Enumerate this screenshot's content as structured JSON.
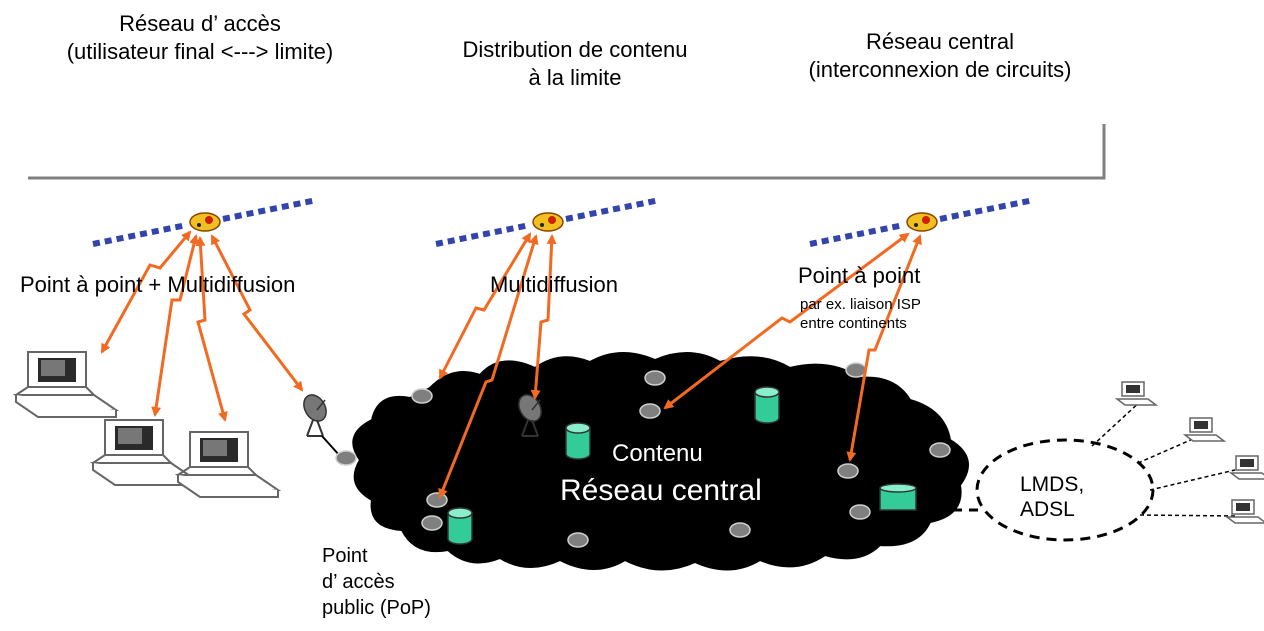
{
  "header": {
    "access": [
      "Réseau d’ accès",
      "(utilisateur final <---> limite)"
    ],
    "edge": [
      "Distribution de contenu",
      "à la limite"
    ],
    "core": [
      "Réseau central",
      "(interconnexion de circuits)"
    ]
  },
  "labels": {
    "p2p_multicast": "Point à point + Multidiffusion",
    "multicast": "Multidiffusion",
    "p2p": "Point à point",
    "p2p_example_1": "par ex. liaison ISP",
    "p2p_example_2": "entre continents",
    "pop": [
      "Point",
      "d’ accès",
      "public (PoP)"
    ],
    "cloud_content": "Contenu",
    "cloud_core": "Réseau central",
    "lmds_1": "LMDS,",
    "lmds_2": "ADSL"
  },
  "colors": {
    "link": "#f26a21",
    "cloud": "#000000",
    "node": "#7f7f7f",
    "cache": "#33cc99"
  }
}
